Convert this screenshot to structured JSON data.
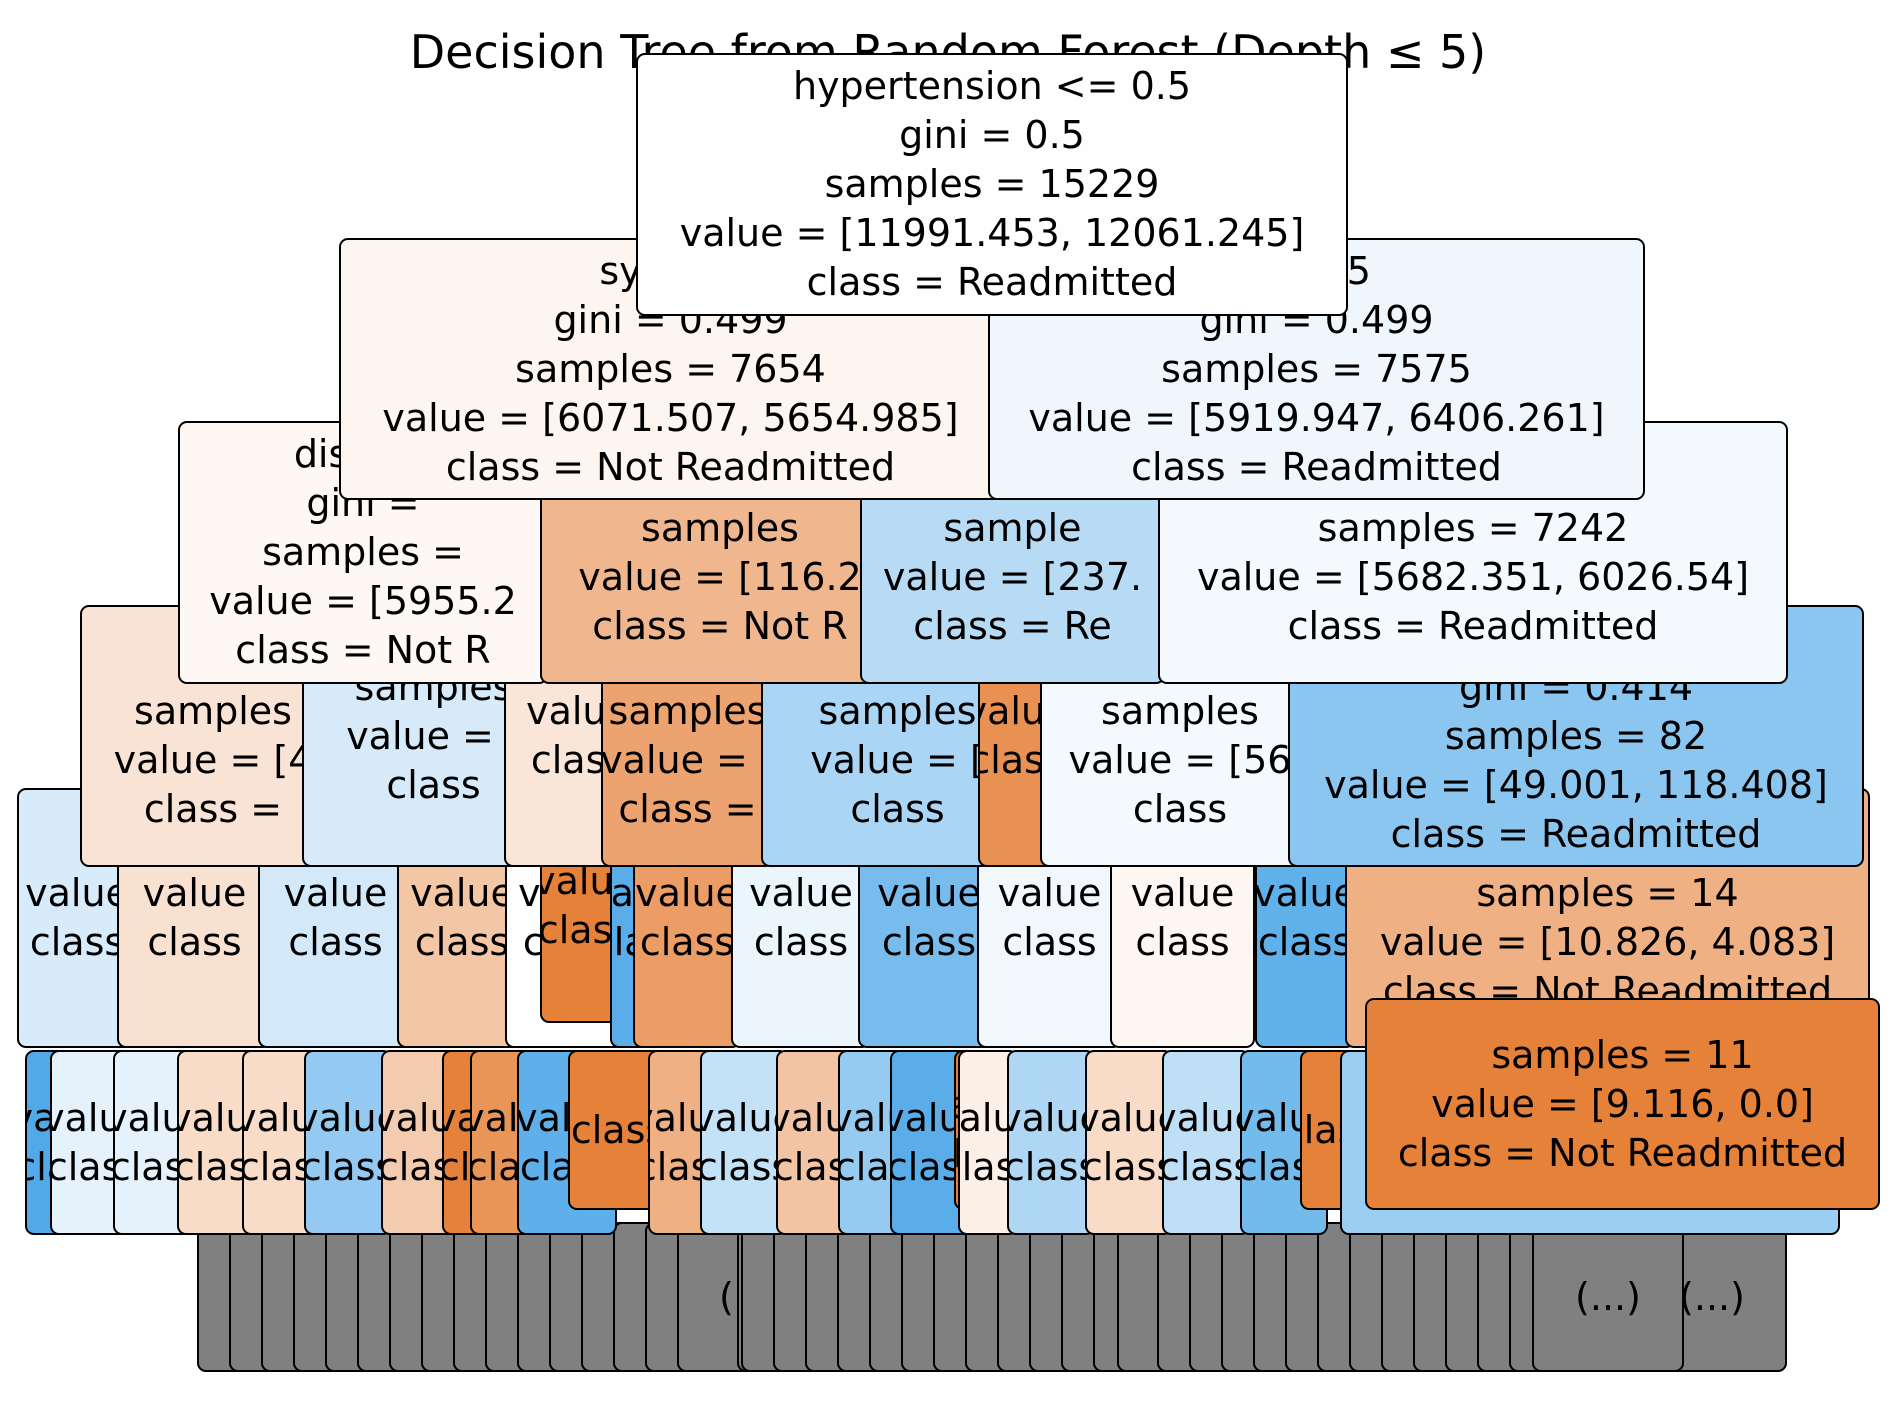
{
  "title": "Decision Tree from Random Forest (Depth ≤ 5)",
  "colors": {
    "not_readmitted": "#e58139",
    "readmitted": "#399de5",
    "truncated": "#808080"
  },
  "nodes": [
    {
      "id": "t1",
      "lines": [
        "(...)"
      ],
      "fill": "#808080"
    },
    {
      "id": "t2",
      "lines": [
        "(...)"
      ],
      "fill": "#808080"
    },
    {
      "id": "t3",
      "lines": [
        "(...)"
      ],
      "fill": "#808080"
    },
    {
      "id": "t4",
      "lines": [
        "(...)"
      ],
      "fill": "#808080"
    },
    {
      "id": "t5",
      "lines": [
        "(...)"
      ],
      "fill": "#808080"
    },
    {
      "id": "t6",
      "lines": [
        "(...)"
      ],
      "fill": "#808080"
    },
    {
      "id": "t7",
      "lines": [
        "(...)"
      ],
      "fill": "#808080"
    },
    {
      "id": "t8",
      "lines": [
        "(...)"
      ],
      "fill": "#808080"
    },
    {
      "id": "t9",
      "lines": [
        "(...)"
      ],
      "fill": "#808080"
    },
    {
      "id": "t10",
      "lines": [
        "(...)"
      ],
      "fill": "#808080"
    },
    {
      "id": "t11",
      "lines": [
        "(...)"
      ],
      "fill": "#808080"
    },
    {
      "id": "t12",
      "lines": [
        "(...)"
      ],
      "fill": "#808080"
    },
    {
      "id": "t13",
      "lines": [
        "(...)"
      ],
      "fill": "#808080"
    },
    {
      "id": "t14",
      "lines": [
        "(...)"
      ],
      "fill": "#808080"
    },
    {
      "id": "t15",
      "lines": [
        "(...)"
      ],
      "fill": "#808080"
    },
    {
      "id": "t16",
      "lines": [
        "(...)"
      ],
      "fill": "#808080"
    },
    {
      "id": "t17",
      "lines": [
        "(...)"
      ],
      "fill": "#808080"
    },
    {
      "id": "t18",
      "lines": [
        "(...)"
      ],
      "fill": "#808080"
    },
    {
      "id": "t19",
      "lines": [
        "(...)"
      ],
      "fill": "#808080"
    },
    {
      "id": "t20",
      "lines": [
        "(...)"
      ],
      "fill": "#808080"
    },
    {
      "id": "t21",
      "lines": [
        "(...)"
      ],
      "fill": "#808080"
    },
    {
      "id": "t22",
      "lines": [
        "(...)"
      ],
      "fill": "#808080"
    },
    {
      "id": "t23",
      "lines": [
        "(...)"
      ],
      "fill": "#808080"
    },
    {
      "id": "t24",
      "lines": [
        "(...)"
      ],
      "fill": "#808080"
    },
    {
      "id": "t25",
      "lines": [
        "(...)"
      ],
      "fill": "#808080"
    },
    {
      "id": "t26",
      "lines": [
        "(...)"
      ],
      "fill": "#808080"
    },
    {
      "id": "t27",
      "lines": [
        "(...)"
      ],
      "fill": "#808080"
    },
    {
      "id": "t28",
      "lines": [
        "(...)"
      ],
      "fill": "#808080"
    },
    {
      "id": "t29",
      "lines": [
        "(...)"
      ],
      "fill": "#808080"
    },
    {
      "id": "t30",
      "lines": [
        "(...)"
      ],
      "fill": "#808080"
    },
    {
      "id": "t31",
      "lines": [
        "(...)"
      ],
      "fill": "#808080"
    },
    {
      "id": "t32",
      "lines": [
        "(...)"
      ],
      "fill": "#808080"
    },
    {
      "id": "t33",
      "lines": [
        "(...)"
      ],
      "fill": "#808080"
    },
    {
      "id": "t34",
      "lines": [
        "(...)"
      ],
      "fill": "#808080"
    },
    {
      "id": "t35",
      "lines": [
        "(...)"
      ],
      "fill": "#808080"
    },
    {
      "id": "t36",
      "lines": [
        "(...)"
      ],
      "fill": "#808080"
    },
    {
      "id": "t37",
      "lines": [
        "(...)"
      ],
      "fill": "#808080"
    },
    {
      "id": "t38",
      "lines": [
        "(...)"
      ],
      "fill": "#808080"
    },
    {
      "id": "t39",
      "lines": [
        "(...)"
      ],
      "fill": "#808080"
    },
    {
      "id": "t40",
      "lines": [
        "(...)"
      ],
      "fill": "#808080"
    },
    {
      "id": "t41",
      "lines": [
        "(...)"
      ],
      "fill": "#808080"
    },
    {
      "id": "t42",
      "lines": [
        "(...)"
      ],
      "fill": "#808080"
    },
    {
      "id": "t43",
      "lines": [
        "(...)"
      ],
      "fill": "#808080"
    },
    {
      "id": "t44",
      "lines": [
        "(...)"
      ],
      "fill": "#808080"
    },
    {
      "id": "t45",
      "lines": [
        "(...)"
      ],
      "fill": "#808080"
    },
    {
      "id": "t46",
      "lines": [
        "(...)"
      ],
      "fill": "#808080"
    },
    {
      "id": "t47",
      "lines": [
        "(...)"
      ],
      "fill": "#808080"
    },
    {
      "id": "l5a",
      "lines": [
        "value",
        "class"
      ],
      "fill": "#52a9e8"
    },
    {
      "id": "l5b",
      "lines": [
        "value",
        "class"
      ],
      "fill": "#e5f2fc"
    },
    {
      "id": "l5c",
      "lines": [
        "value",
        "class"
      ],
      "fill": "#e5f2fc"
    },
    {
      "id": "l5d",
      "lines": [
        "value",
        "class"
      ],
      "fill": "#f8dcc8"
    },
    {
      "id": "l5e",
      "lines": [
        "value",
        "class"
      ],
      "fill": "#f8dcc8"
    },
    {
      "id": "l5f",
      "lines": [
        "value",
        "class"
      ],
      "fill": "#94caf1"
    },
    {
      "id": "l5g",
      "lines": [
        "value",
        "class"
      ],
      "fill": "#f3cbae"
    },
    {
      "id": "l5h",
      "lines": [
        "value",
        "class"
      ],
      "fill": "#e58139"
    },
    {
      "id": "l5i",
      "lines": [
        "value",
        "class"
      ],
      "fill": "#e99558"
    },
    {
      "id": "l5j",
      "lines": [
        "value",
        "class"
      ],
      "fill": "#5eafea"
    },
    {
      "id": "l5k",
      "lines": [
        "class"
      ],
      "fill": "#e58139"
    },
    {
      "id": "l5l",
      "lines": [
        "value",
        "class"
      ],
      "fill": "#efb083"
    },
    {
      "id": "l5m",
      "lines": [
        "value",
        "class"
      ],
      "fill": "#c3e1f7"
    },
    {
      "id": "l5n",
      "lines": [
        "value",
        "class"
      ],
      "fill": "#f3c4a3"
    },
    {
      "id": "l5o",
      "lines": [
        "value",
        "class"
      ],
      "fill": "#96cbf1"
    },
    {
      "id": "l5p",
      "lines": [
        "value",
        "class"
      ],
      "fill": "#5aade9"
    },
    {
      "id": "l5q",
      "lines": [
        "value",
        "class"
      ],
      "fill": "#e58139"
    },
    {
      "id": "l5r",
      "lines": [
        "value",
        "class"
      ],
      "fill": "#fcefe6"
    },
    {
      "id": "l5s",
      "lines": [
        "value",
        "class"
      ],
      "fill": "#afd7f4"
    },
    {
      "id": "l5t",
      "lines": [
        "value",
        "class"
      ],
      "fill": "#f8dcc8"
    },
    {
      "id": "l5u",
      "lines": [
        "value",
        "class"
      ],
      "fill": "#bfdff7"
    },
    {
      "id": "l5v",
      "lines": [
        "value",
        "class"
      ],
      "fill": "#74bbed"
    },
    {
      "id": "l5w",
      "lines": [
        "class"
      ],
      "fill": "#e58139"
    },
    {
      "id": "l5x",
      "lines": [
        "class",
        "Readmitted"
      ],
      "fill": "#9ccef2"
    },
    {
      "id": "l4a",
      "lines": [
        "value",
        "class"
      ],
      "fill": "#d7ebfa"
    },
    {
      "id": "l4b",
      "lines": [
        "value",
        "class"
      ],
      "fill": "#f8e1d1"
    },
    {
      "id": "l4c",
      "lines": [
        "value",
        "class"
      ],
      "fill": "#d3e9f9"
    },
    {
      "id": "l4d",
      "lines": [
        "value",
        "class"
      ],
      "fill": "#f3c6a5"
    },
    {
      "id": "l4e",
      "lines": [
        "value",
        "class"
      ],
      "fill": "#ffffff"
    },
    {
      "id": "l4f",
      "lines": [
        "value",
        "class"
      ],
      "fill": "#e58139"
    },
    {
      "id": "l4g",
      "lines": [
        "value",
        "class"
      ],
      "fill": "#5aade9"
    },
    {
      "id": "l4h",
      "lines": [
        "value",
        "class"
      ],
      "fill": "#eb9d65"
    },
    {
      "id": "l4i",
      "lines": [
        "value",
        "class"
      ],
      "fill": "#eaf5fc"
    },
    {
      "id": "l4j",
      "lines": [
        "value",
        "class"
      ],
      "fill": "#78bced"
    },
    {
      "id": "l4k",
      "lines": [
        "value",
        "class"
      ],
      "fill": "#f1f8fd"
    },
    {
      "id": "l4l",
      "lines": [
        "value",
        "class"
      ],
      "fill": "#fdf6f1"
    },
    {
      "id": "l4m",
      "lines": [
        "value",
        "class"
      ],
      "fill": "#60b0ea"
    },
    {
      "id": "l4n",
      "lines": [
        "gini = 0.398",
        "samples = 14",
        "value = [10.826, 4.083]",
        "class = Not Readmitted"
      ],
      "fill": "#efb083"
    },
    {
      "id": "l4o",
      "lines": [
        "samples = 11",
        "value = [9.116, 0.0]",
        "class = Not Readmitted"
      ],
      "fill": "#e58139"
    },
    {
      "id": "l3a",
      "lines": [
        "gini",
        "samples",
        "value = [4",
        "class ="
      ],
      "fill": "#f8e3d4"
    },
    {
      "id": "l3b",
      "lines": [
        "samples",
        "value = [",
        "class"
      ],
      "fill": "#d6eaf9"
    },
    {
      "id": "l3c",
      "lines": [
        "value",
        "class"
      ],
      "fill": "#fae6d8"
    },
    {
      "id": "l3d",
      "lines": [
        "gini",
        "samples",
        "value = [",
        "class ="
      ],
      "fill": "#eca36f"
    },
    {
      "id": "l3e",
      "lines": [
        "gini",
        "samples",
        "value = [",
        "class"
      ],
      "fill": "#aad5f4"
    },
    {
      "id": "l3f",
      "lines": [
        "value",
        "class"
      ],
      "fill": "#e89152"
    },
    {
      "id": "l3g",
      "lines": [
        "gini",
        "samples",
        "value = [56",
        "class"
      ],
      "fill": "#f4f9fe"
    },
    {
      "id": "l3h",
      "lines": [
        "3.5",
        "gini = 0.414",
        "samples = 82",
        "value = [49.001, 118.408]",
        "class = Readmitted"
      ],
      "fill": "#8bc6f0"
    },
    {
      "id": "l2a",
      "lines": [
        "dischar",
        "gini =",
        "samples =",
        "value = [5955.2",
        "class = Not R"
      ],
      "fill": "#fdf8f4"
    },
    {
      "id": "l2b",
      "lines": [
        "gini = 0",
        "samples",
        "value = [116.2",
        "class = Not R"
      ],
      "fill": "#f0b78e"
    },
    {
      "id": "l2c",
      "lines": [
        "gini =",
        "sample",
        "value = [237.",
        "class = Re"
      ],
      "fill": "#b7dbf5"
    },
    {
      "id": "l2d",
      "lines": [
        "gini = 0.5",
        "samples = 7242",
        "value = [5682.351, 6026.54]",
        "class = Readmitted"
      ],
      "fill": "#f4f9fe"
    },
    {
      "id": "l1a",
      "lines": [
        "systolic",
        "gini = 0.499",
        "samples = 7654",
        "value = [6071.507, 5654.985]",
        "class = Not Readmitted"
      ],
      "fill": "#fdf6f0"
    },
    {
      "id": "l1b",
      "lines": [
        "111.5",
        "gini = 0.499",
        "samples = 7575",
        "value = [5919.947, 6406.261]",
        "class = Readmitted"
      ],
      "fill": "#eff7fd"
    },
    {
      "id": "root",
      "lines": [
        "hypertension <= 0.5",
        "gini = 0.5",
        "samples = 15229",
        "value = [11991.453, 12061.245]",
        "class = Readmitted"
      ],
      "fill": "#fefefe"
    }
  ]
}
